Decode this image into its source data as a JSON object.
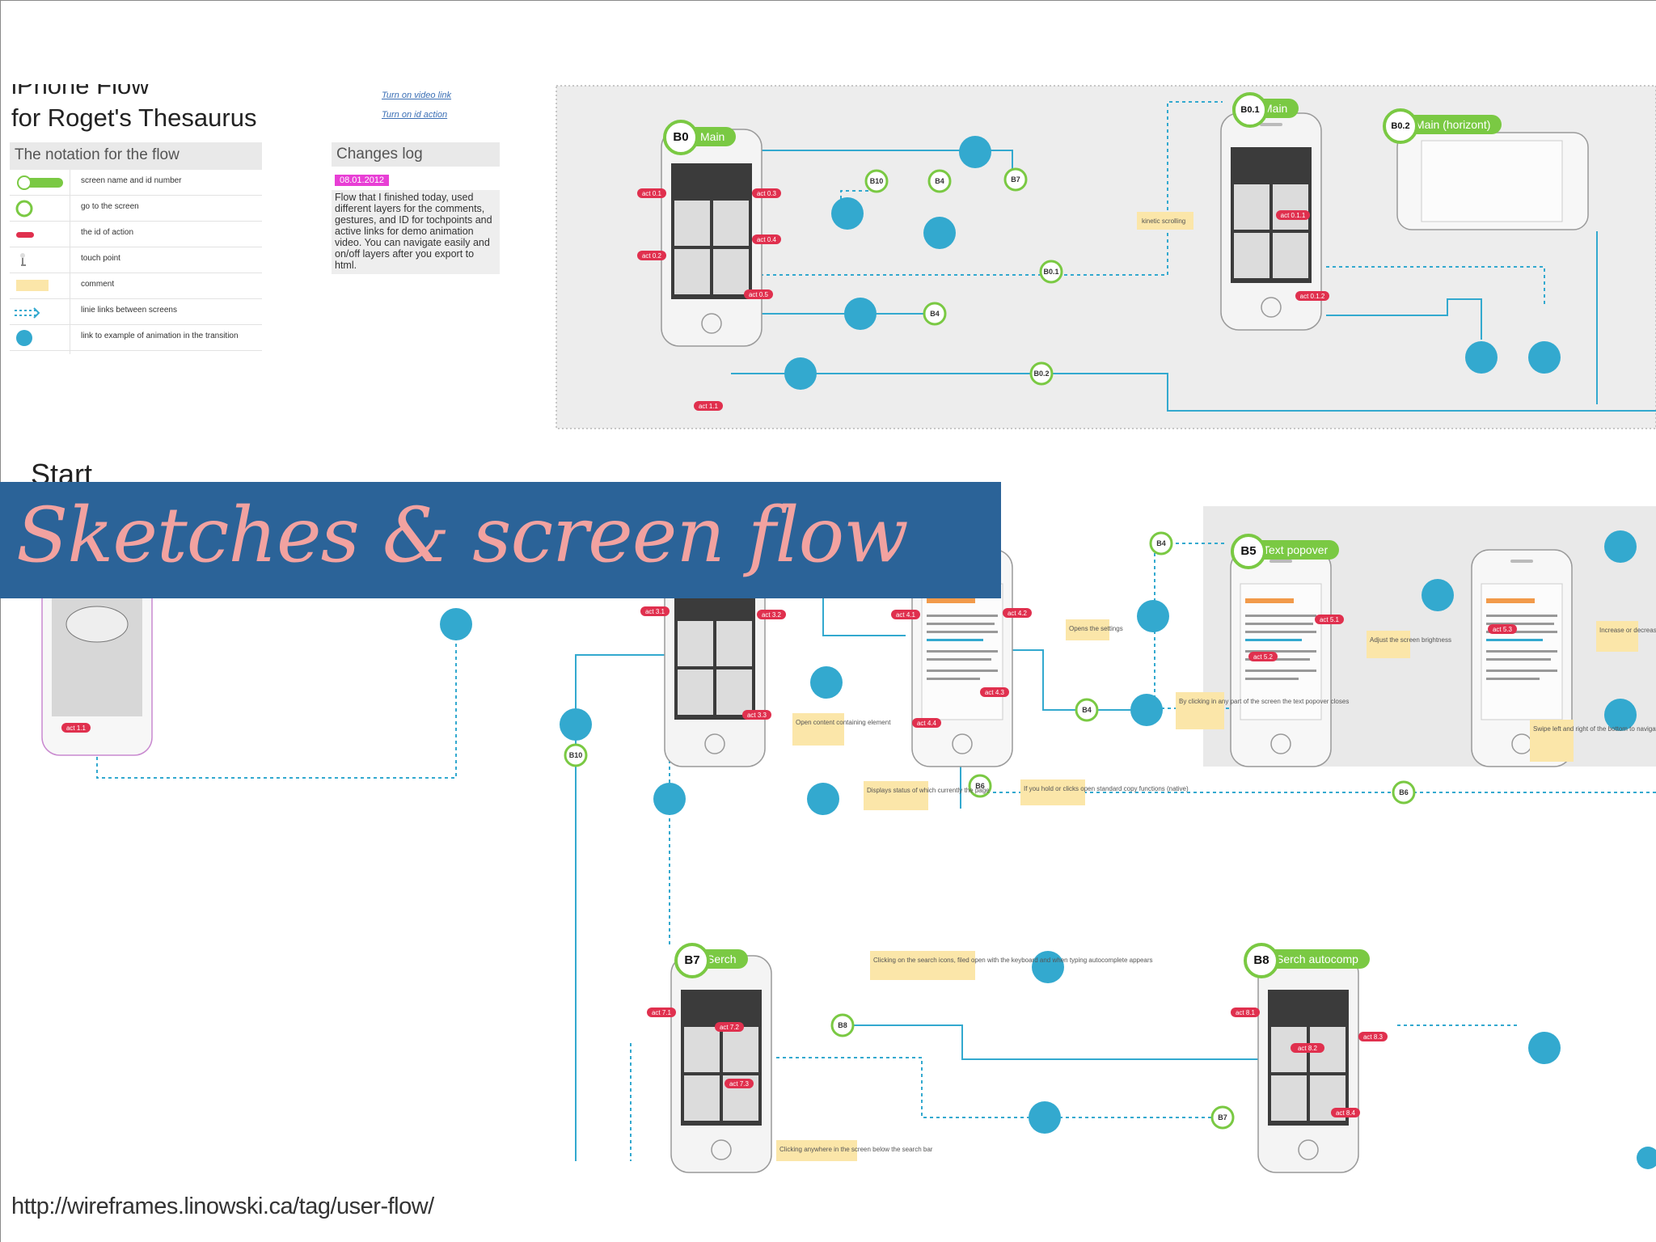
{
  "page": {
    "title_line1": "iPhone Flow",
    "title_line2": "for Roget's Thesaurus",
    "source_url": "http://wireframes.linowski.ca/tag/user-flow/"
  },
  "banner": {
    "text": "Sketches & screen flow"
  },
  "start_label": "Start",
  "notation": {
    "header": "The notation for the flow",
    "items": [
      "screen name and id number",
      "go to the screen",
      "the id of action",
      "touch point",
      "comment",
      "linie links between screens",
      "link to example of animation in the transition"
    ]
  },
  "links": [
    "Turn on video link",
    "Turn on id action"
  ],
  "changes_log": {
    "header": "Changes log",
    "date": "08.01.2012",
    "body": "Flow that I finished today, used different layers for the comments, gestures, and ID for tochpoints and active links for demo animation video. You can navigate easily and on/off layers after you export to html."
  },
  "screens": [
    {
      "id": "B0",
      "name": "Main"
    },
    {
      "id": "B0.1",
      "name": "Main"
    },
    {
      "id": "B0.2",
      "name": "Main (horizont)"
    },
    {
      "id": "B5",
      "name": "Text popover"
    },
    {
      "id": "B7",
      "name": "Serch"
    },
    {
      "id": "B8",
      "name": "Serch autocomp"
    }
  ],
  "go_nodes": [
    "B10",
    "B4",
    "B7",
    "B4",
    "B0.1",
    "B0.2",
    "B4",
    "B10",
    "B4",
    "B6",
    "B6",
    "B8",
    "B7"
  ],
  "action_ids": [
    "act 0.1",
    "act 0.2",
    "act 0.3",
    "act 0.4",
    "act 0.5",
    "act 1.1",
    "act 0.1.1",
    "act 0.1.2",
    "act 1.1",
    "act 3.1",
    "act 3.2",
    "act 3.3",
    "act 4.1",
    "act 4.2",
    "act 4.3",
    "act 4.4",
    "act 5.1",
    "act 5.2",
    "act 5.3",
    "act 7.1",
    "act 7.2",
    "act 7.3",
    "act 8.1",
    "act 8.2",
    "act 8.3",
    "act 8.4"
  ],
  "comments": [
    "kinetic scrolling",
    "Opens the settings",
    "Open content containing element",
    "Displays status of which currently the page",
    "If you hold or clicks open standard copy functions (native)",
    "Adjust the screen brightness",
    "By clicking in any part of the screen the text popover closes",
    "Increase or decrease the text size",
    "Swipe left and right of the bottom to navigate through pages",
    "Clicking on the search icons, filed open with the keyboard and when typing autocomplete appears",
    "Clicking anywhere in the screen below the search bar"
  ],
  "colors": {
    "banner_bg": "#2b6398",
    "banner_text": "#f2a2a0",
    "accent_green": "#7ac943",
    "link_blue": "#33a9cf",
    "action_red": "#e0304e",
    "comment_yellow": "#fbe6a9",
    "magenta": "#e83fd5"
  }
}
